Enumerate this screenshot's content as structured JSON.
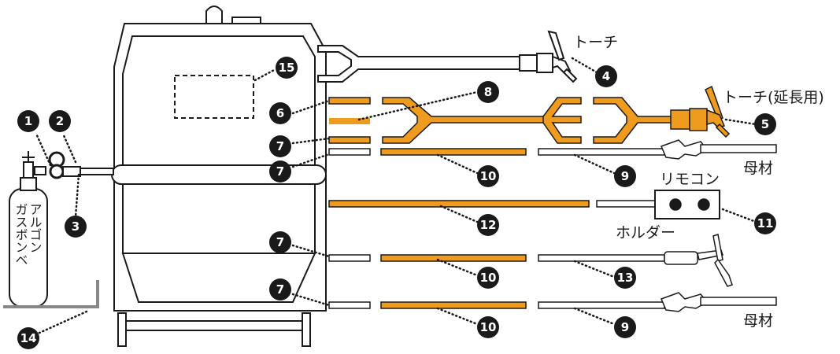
{
  "colors": {
    "orange": "#ef9b1e",
    "line": "#1a1a1a",
    "badge": "#1a1a1a",
    "badge_text": "#ffffff",
    "background": "#ffffff"
  },
  "labels": {
    "torch": "トーチ",
    "torch_ext": "トーチ(延長用)",
    "base_top": "母材",
    "remote": "リモコン",
    "holder": "ホルダー",
    "base_bottom": "母材",
    "cylinder": "アルゴンガスボンベ"
  },
  "badges": {
    "n1": "1",
    "n2": "2",
    "n3": "3",
    "n4": "4",
    "n5": "5",
    "n6": "6",
    "n7a": "7",
    "n7b": "7",
    "n7c": "7",
    "n7d": "7",
    "n8": "8",
    "n9a": "9",
    "n9b": "9",
    "n10a": "10",
    "n10b": "10",
    "n10c": "10",
    "n11": "11",
    "n12": "12",
    "n13": "13",
    "n14": "14",
    "n15": "15"
  }
}
